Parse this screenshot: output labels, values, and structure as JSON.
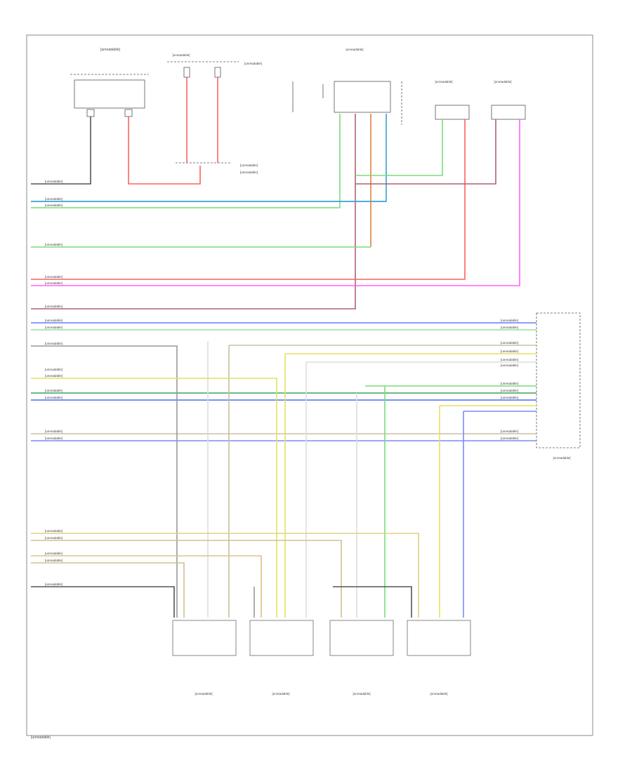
{
  "diagram_id": "[unreadable]",
  "components": {
    "top_left_sensor": "[unreadable]",
    "fuses": "[unreadable]",
    "fuse_block": "[unreadable]",
    "control_module_top": "[unreadable]",
    "sensor_right_1": "[unreadable]",
    "sensor_right_2": "[unreadable]",
    "twisted_pair_note_1": "[unreadable]",
    "twisted_pair_note_2": "[unreadable]",
    "climate_control_module": "[unreadable]",
    "actuator_1": "[unreadable]",
    "actuator_2": "[unreadable]",
    "actuator_3": "[unreadable]",
    "actuator_4": "[unreadable]"
  },
  "left_wires": [
    {
      "label": "[unreadable]",
      "color": "#555555"
    },
    {
      "label": "[unreadable]",
      "color": "#3aa0d0"
    },
    {
      "label": "[unreadable]",
      "color": "#3aa060"
    },
    {
      "label": "[unreadable]",
      "color": "#7adc7a"
    },
    {
      "label": "[unreadable]",
      "color": "#ff7a7a"
    },
    {
      "label": "[unreadable]",
      "color": "#ff60ff"
    },
    {
      "label": "[unreadable]",
      "color": "#b06070"
    },
    {
      "label": "[unreadable]",
      "color": "#6a7aff"
    },
    {
      "label": "[unreadable]",
      "color": "#9ade9a"
    },
    {
      "label": "[unreadable]",
      "color": "#999999"
    },
    {
      "label": "[unreadable]",
      "color": "#999999"
    },
    {
      "label": "[unreadable]",
      "color": "#e6e060"
    },
    {
      "label": "[unreadable]",
      "color": "#3aa060"
    },
    {
      "label": "[unreadable]",
      "color": "#4a6aff"
    },
    {
      "label": "[unreadable]",
      "color": "#c8c0a0"
    },
    {
      "label": "[unreadable]",
      "color": "#7a8aff"
    },
    {
      "label": "[unreadable]",
      "color": "#e0d080"
    },
    {
      "label": "[unreadable]",
      "color": "#d0c090"
    },
    {
      "label": "[unreadable]",
      "color": "#e0c080"
    },
    {
      "label": "[unreadable]",
      "color": "#d0c090"
    },
    {
      "label": "[unreadable]",
      "color": "#555555"
    }
  ],
  "right_wires": [
    {
      "label": "[unreadable]",
      "color": "#6a7aff"
    },
    {
      "label": "[unreadable]",
      "color": "#9ade9a"
    },
    {
      "label": "[unreadable]",
      "color": "#c8c0a0"
    },
    {
      "label": "[unreadable]",
      "color": "#e6e060"
    },
    {
      "label": "[unreadable]",
      "color": "#dddddd"
    },
    {
      "label": "[unreadable]",
      "color": "#dddddd"
    },
    {
      "label": "[unreadable]",
      "color": "#7adc7a"
    },
    {
      "label": "[unreadable]",
      "color": "#3aa060"
    },
    {
      "label": "[unreadable]",
      "color": "#4a6aff"
    },
    {
      "label": "[unreadable]",
      "color": "#c8c0a0"
    },
    {
      "label": "[unreadable]",
      "color": "#7a8aff"
    }
  ]
}
